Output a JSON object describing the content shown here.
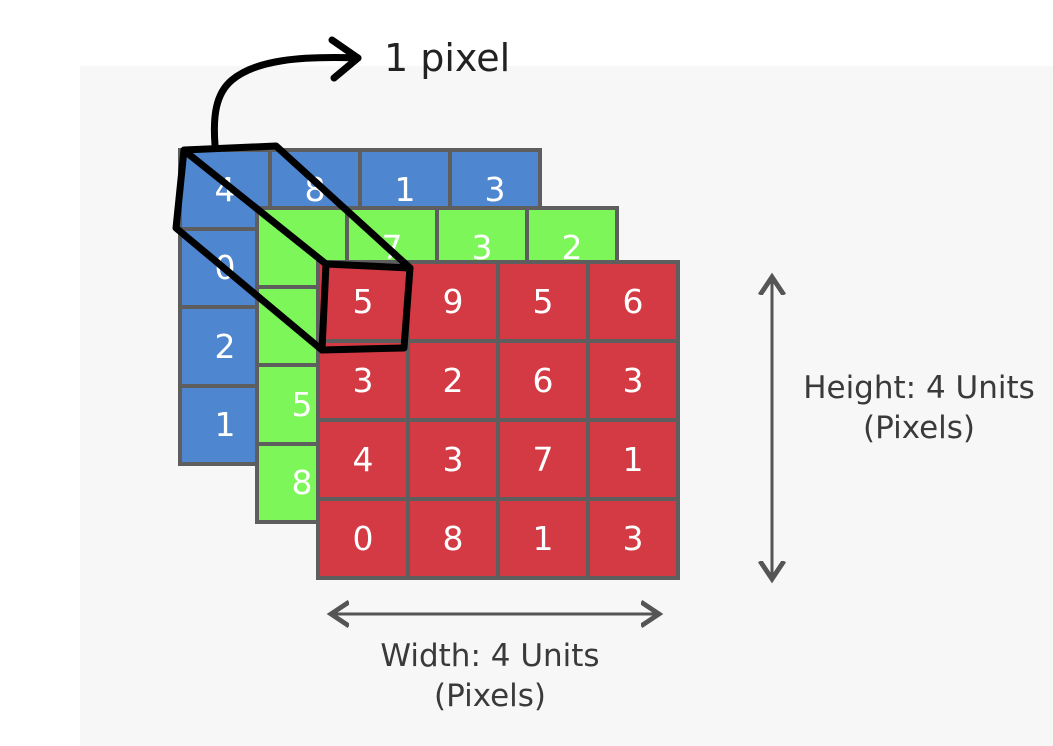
{
  "pixel_label": "1 pixel",
  "height_label": {
    "line1": "Height: 4 Units",
    "line2": "(Pixels)"
  },
  "width_label": {
    "line1": "Width: 4 Units",
    "line2": "(Pixels)"
  },
  "colors": {
    "blue_channel": "#4f86d0",
    "green_channel": "#7cf659",
    "red_channel": "#d33a43",
    "grid_border": "#5e5e5e"
  },
  "layers": {
    "blue": [
      "4",
      "8",
      "1",
      "3",
      "0",
      "",
      "",
      "",
      "2",
      "",
      "",
      "",
      "1",
      "",
      "",
      ""
    ],
    "green": [
      "",
      "7",
      "3",
      "2",
      "",
      "",
      "",
      "",
      "5",
      "",
      "",
      "",
      "8",
      "",
      "",
      ""
    ],
    "red": [
      "5",
      "9",
      "5",
      "6",
      "3",
      "2",
      "6",
      "3",
      "4",
      "3",
      "7",
      "1",
      "0",
      "8",
      "1",
      "3"
    ]
  }
}
